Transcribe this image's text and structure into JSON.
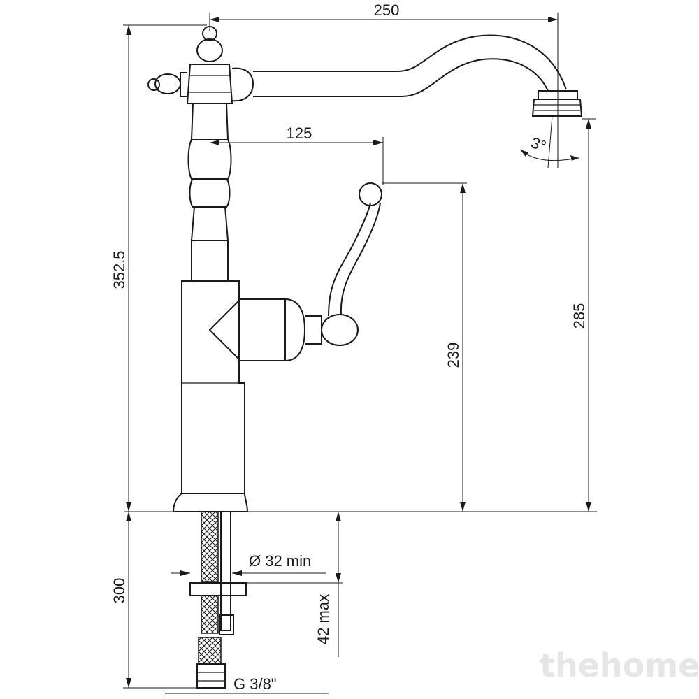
{
  "dimensions": {
    "spout_reach": "250",
    "lever_offset": "125",
    "total_height": "352.5",
    "spout_height": "285",
    "lever_height": "239",
    "below_counter": "300",
    "hole_diameter": "Ø 32 min",
    "counter_thickness": "42 max",
    "connection_thread": "G 3/8\"",
    "spout_angle": "3°"
  },
  "watermark": "thehome",
  "colors": {
    "line": "#1a1a1a",
    "background": "#ffffff",
    "watermark": "#e6e6e6"
  }
}
